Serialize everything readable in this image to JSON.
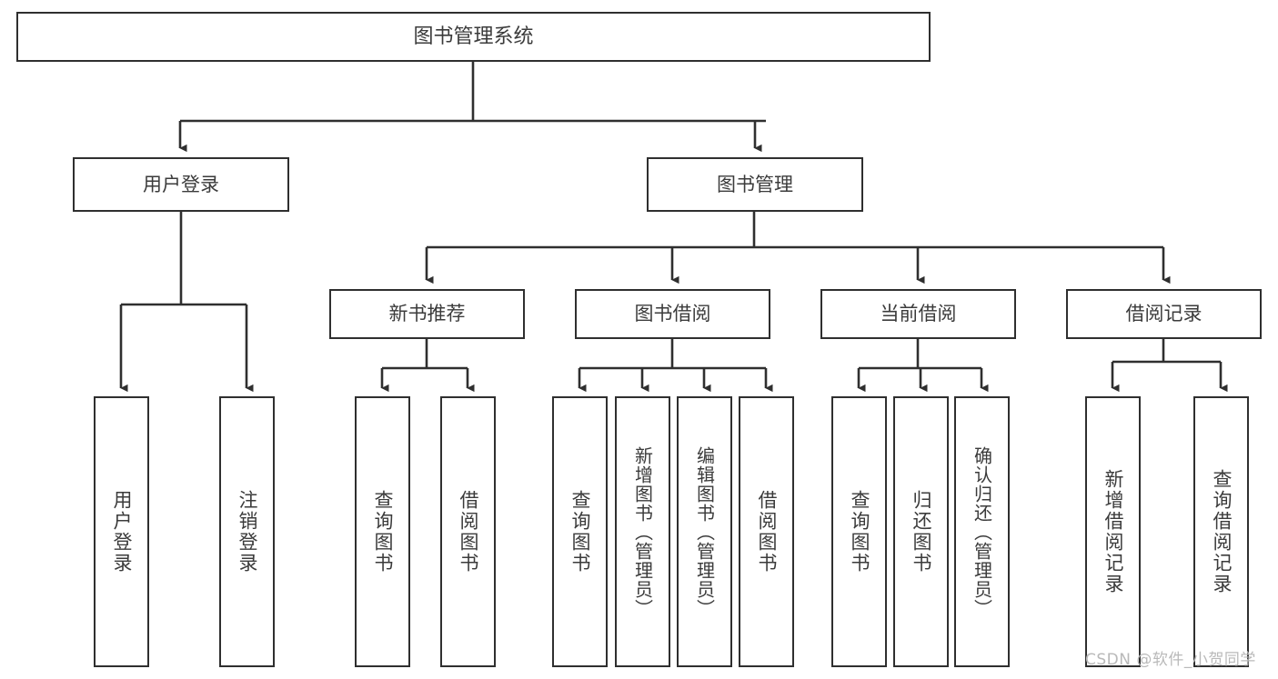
{
  "diagram": {
    "title": "图书管理系统",
    "type": "tree",
    "stroke_color": "#2f2f2f",
    "text_color": "#3b3b3b",
    "background_color": "#ffffff",
    "watermark": "CSDN @软件_小贺同学",
    "nodes": {
      "root": {
        "label": "图书管理系统"
      },
      "level2": [
        {
          "label": "用户登录"
        },
        {
          "label": "图书管理"
        }
      ],
      "level3": [
        {
          "label": "新书推荐"
        },
        {
          "label": "图书借阅"
        },
        {
          "label": "当前借阅"
        },
        {
          "label": "借阅记录"
        }
      ],
      "leaves": [
        {
          "label": "用户登录"
        },
        {
          "label": "注销登录"
        },
        {
          "label": "查询图书"
        },
        {
          "label": "借阅图书"
        },
        {
          "label": "查询图书"
        },
        {
          "label": "新增图书（管理员）"
        },
        {
          "label": "编辑图书（管理员）"
        },
        {
          "label": "借阅图书"
        },
        {
          "label": "查询图书"
        },
        {
          "label": "归还图书"
        },
        {
          "label": "确认归还（管理员）"
        },
        {
          "label": "新增借阅记录"
        },
        {
          "label": "查询借阅记录"
        }
      ]
    },
    "tree": {
      "图书管理系统": {
        "用户登录": [
          "用户登录",
          "注销登录"
        ],
        "图书管理": {
          "新书推荐": [
            "查询图书",
            "借阅图书"
          ],
          "图书借阅": [
            "查询图书",
            "新增图书（管理员）",
            "编辑图书（管理员）",
            "借阅图书"
          ],
          "当前借阅": [
            "查询图书",
            "归还图书",
            "确认归还（管理员）"
          ],
          "借阅记录": [
            "新增借阅记录",
            "查询借阅记录"
          ]
        }
      }
    }
  }
}
